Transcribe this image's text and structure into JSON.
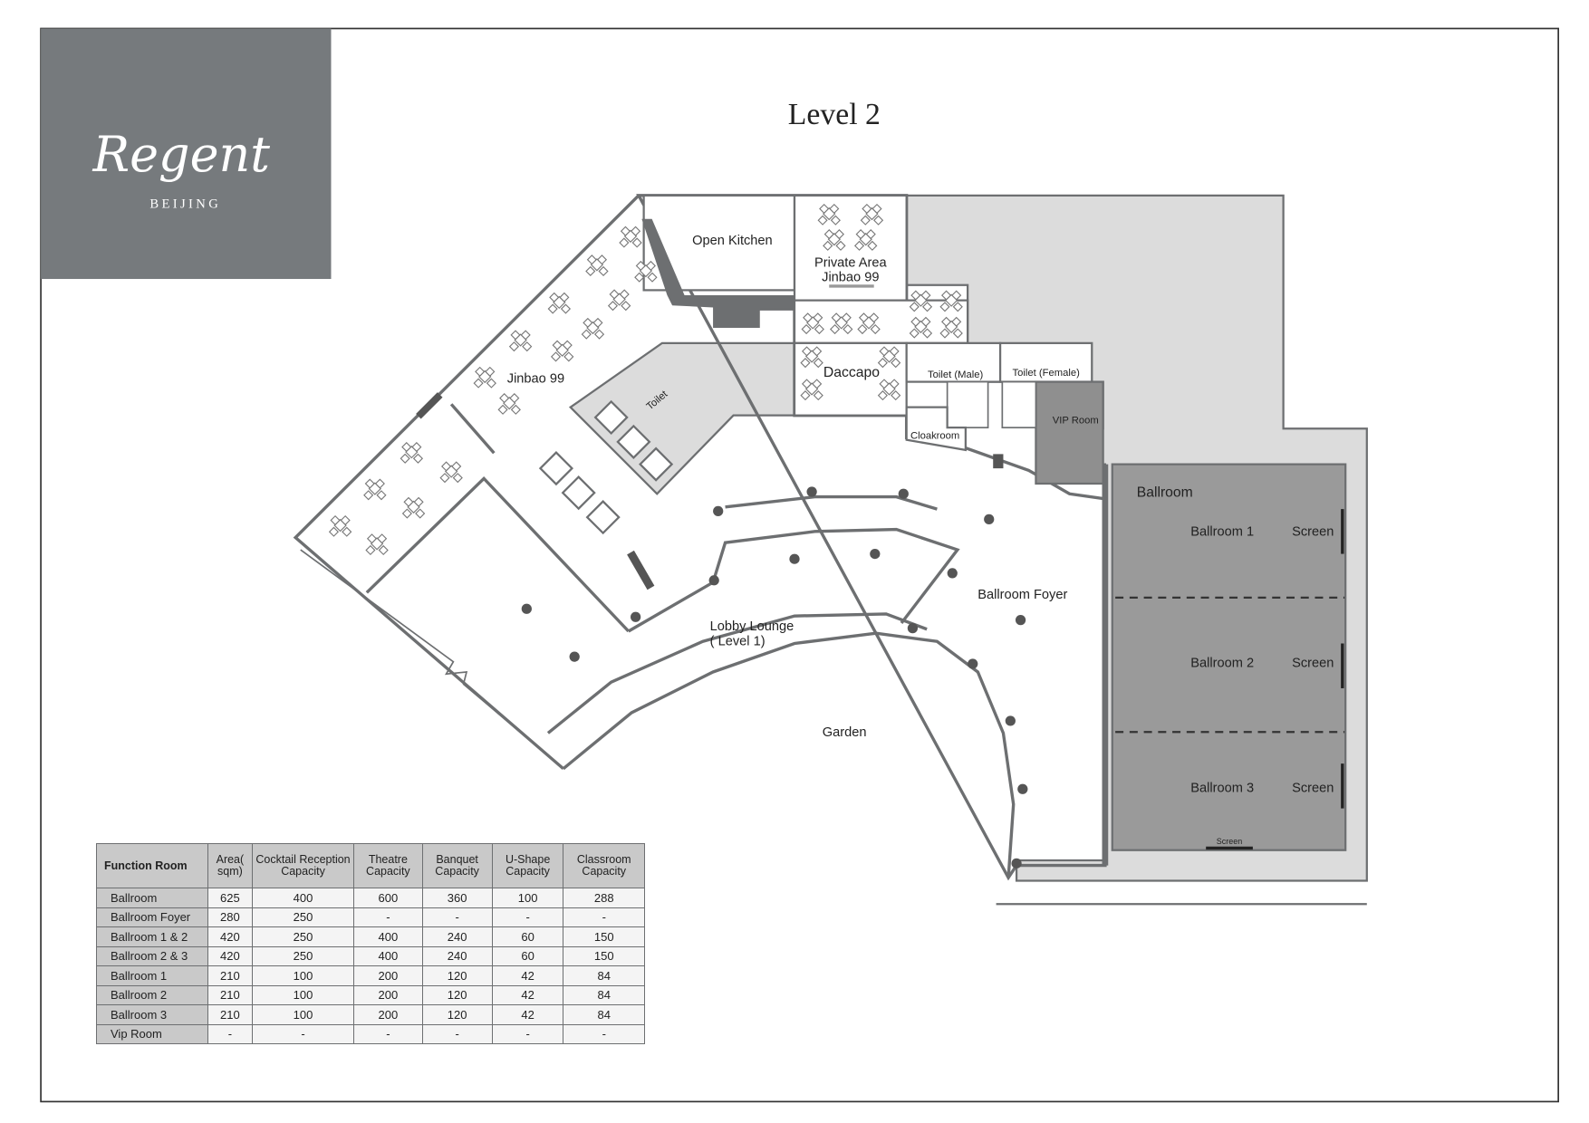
{
  "brand": {
    "name": "Regent",
    "city": "BEIJING"
  },
  "title": "Level 2",
  "rooms": {
    "open_kitchen": "Open Kitchen",
    "private_area_1": "Private Area",
    "private_area_2": "Jinbao 99",
    "jinbao": "Jinbao 99",
    "daccapo": "Daccapo",
    "toilet_small": "Toilet",
    "toilet_male": "Toilet (Male)",
    "toilet_female": "Toilet (Female)",
    "vip_room": "VIP Room",
    "cloakroom": "Cloakroom",
    "ballroom": "Ballroom",
    "ballroom_1": "Ballroom 1",
    "ballroom_2": "Ballroom 2",
    "ballroom_3": "Ballroom 3",
    "screen": "Screen",
    "ballroom_foyer": "Ballroom Foyer",
    "lobby_lounge_1": "Lobby Lounge",
    "lobby_lounge_2": "( Level 1)",
    "garden": "Garden"
  },
  "colors": {
    "logo_bg": "#767a7d",
    "ballroom": "#9a9a9a",
    "light_area": "#dcdcdc",
    "wall": "#6d6f71"
  },
  "table": {
    "headers": [
      "Function Room",
      "Area( sqm)",
      "Cocktail Reception Capacity",
      "Theatre Capacity",
      "Banquet Capacity",
      "U-Shape Capacity",
      "Classroom Capacity"
    ],
    "rows": [
      [
        "Ballroom",
        "625",
        "400",
        "600",
        "360",
        "100",
        "288"
      ],
      [
        "Ballroom Foyer",
        "280",
        "250",
        "-",
        "-",
        "-",
        "-"
      ],
      [
        "Ballroom 1 & 2",
        "420",
        "250",
        "400",
        "240",
        "60",
        "150"
      ],
      [
        "Ballroom 2 & 3",
        "420",
        "250",
        "400",
        "240",
        "60",
        "150"
      ],
      [
        "Ballroom 1",
        "210",
        "100",
        "200",
        "120",
        "42",
        "84"
      ],
      [
        "Ballroom 2",
        "210",
        "100",
        "200",
        "120",
        "42",
        "84"
      ],
      [
        "Ballroom 3",
        "210",
        "100",
        "200",
        "120",
        "42",
        "84"
      ],
      [
        "Vip Room",
        "-",
        "-",
        "-",
        "-",
        "-",
        "-"
      ]
    ]
  }
}
